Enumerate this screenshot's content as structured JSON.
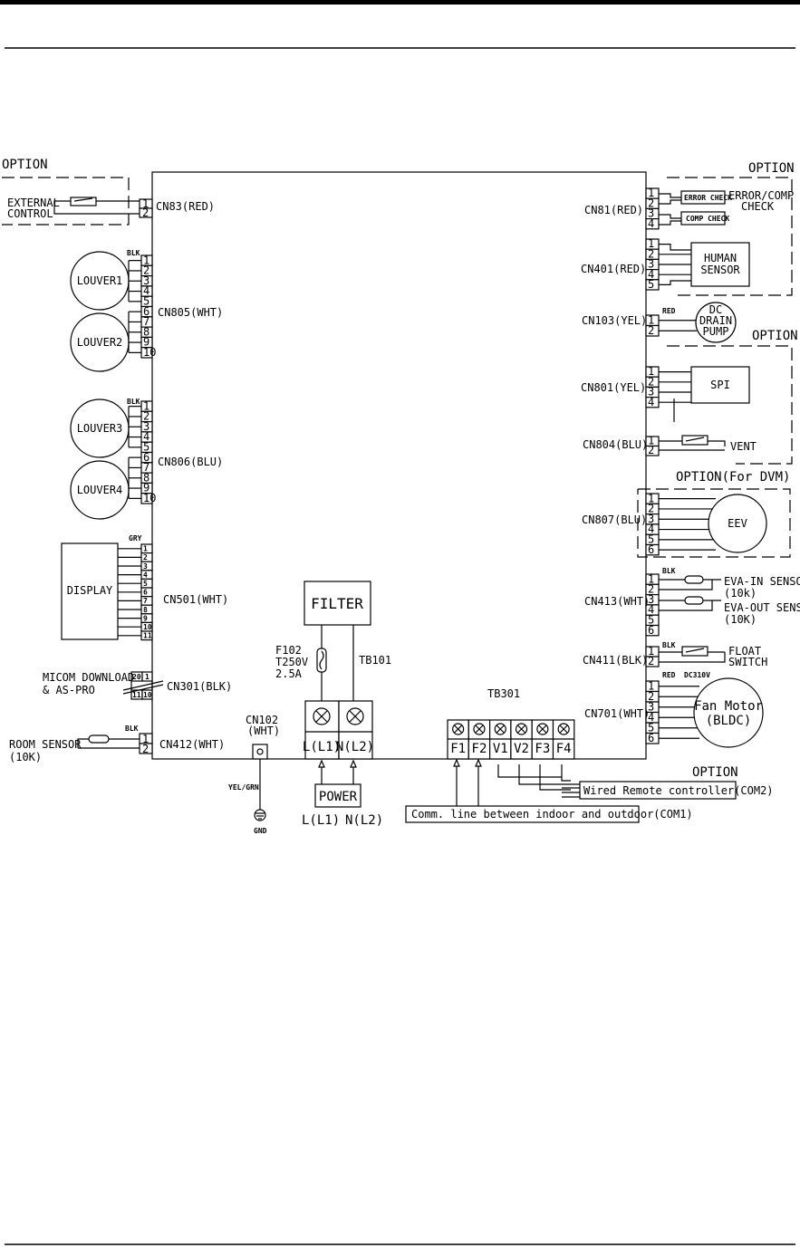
{
  "header": {
    "rule_color": "#000000"
  },
  "diagram": {
    "left_connectors": [
      {
        "id": "cn83",
        "label": "CN83(RED)",
        "pins": [
          "1",
          "2"
        ]
      },
      {
        "id": "cn805",
        "label": "CN805(WHT)",
        "wire_color": "BLK",
        "pins": [
          "1",
          "2",
          "3",
          "4",
          "5",
          "6",
          "7",
          "8",
          "9",
          "10"
        ]
      },
      {
        "id": "cn806",
        "label": "CN806(BLU)",
        "wire_color": "BLK",
        "pins": [
          "1",
          "2",
          "3",
          "4",
          "5",
          "6",
          "7",
          "8",
          "9",
          "10"
        ]
      },
      {
        "id": "cn501",
        "label": "CN501(WHT)",
        "wire_color": "GRY",
        "pins": [
          "1",
          "2",
          "3",
          "4",
          "5",
          "6",
          "7",
          "8",
          "9",
          "10",
          "11"
        ]
      },
      {
        "id": "cn301",
        "label": "CN301(BLK)",
        "pins": [
          "20",
          "1",
          "11",
          "10"
        ]
      },
      {
        "id": "cn412",
        "label": "CN412(WHT)",
        "wire_color": "BLK",
        "pins": [
          "1",
          "2"
        ]
      }
    ],
    "left_devices": {
      "option_left": "OPTION",
      "external_control": [
        "EXTERNAL",
        "CONTROL"
      ],
      "louver1": "LOUVER1",
      "louver2": "LOUVER2",
      "louver3": "LOUVER3",
      "louver4": "LOUVER4",
      "display": "DISPLAY",
      "micom": [
        "MICOM DOWNLOAD",
        "& AS-PRO"
      ],
      "room_sensor": [
        "ROOM SENSOR",
        "(10K)"
      ]
    },
    "right_connectors": [
      {
        "id": "cn81",
        "label": "CN81(RED)",
        "pins": [
          "1",
          "2",
          "3",
          "4"
        ]
      },
      {
        "id": "cn401",
        "label": "CN401(RED)",
        "pins": [
          "1",
          "2",
          "3",
          "4",
          "5"
        ]
      },
      {
        "id": "cn103",
        "label": "CN103(YEL)",
        "wire_color": "RED",
        "pins": [
          "1",
          "2"
        ]
      },
      {
        "id": "cn801",
        "label": "CN801(YEL)",
        "pins": [
          "1",
          "2",
          "3",
          "4"
        ]
      },
      {
        "id": "cn804",
        "label": "CN804(BLU)",
        "pins": [
          "1",
          "2"
        ]
      },
      {
        "id": "cn807",
        "label": "CN807(BLU)",
        "pins": [
          "1",
          "2",
          "3",
          "4",
          "5",
          "6"
        ]
      },
      {
        "id": "cn413",
        "label": "CN413(WHT)",
        "wire_color": "BLK",
        "pins": [
          "1",
          "2",
          "3",
          "4",
          "5",
          "6"
        ]
      },
      {
        "id": "cn411",
        "label": "CN411(BLK)",
        "wire_color": "BLK",
        "pins": [
          "1",
          "2"
        ]
      },
      {
        "id": "cn701",
        "label": "CN701(WHT)",
        "wire_color": "RED",
        "extra": "DC310V",
        "pins": [
          "1",
          "2",
          "3",
          "4",
          "5",
          "6"
        ]
      }
    ],
    "right_devices": {
      "option_top": "OPTION",
      "error_check": "ERROR CHECK",
      "comp_check": "COMP CHECK",
      "error_comp_check": [
        "ERROR/COMP",
        "CHECK"
      ],
      "human_sensor": [
        "HUMAN",
        "SENSOR"
      ],
      "dc_drain_pump": [
        "DC",
        "DRAIN",
        "PUMP"
      ],
      "option_spi": "OPTION",
      "spi": "SPI",
      "vent": "VENT",
      "option_dvm": "OPTION(For DVM)",
      "eev": "EEV",
      "eva_in_sensor": [
        "EVA-IN SENSOR",
        "(10k)"
      ],
      "eva_out_sensor": [
        "EVA-OUT SENSOR",
        "(10K)"
      ],
      "float_switch": [
        "FLOAT",
        "SWITCH"
      ],
      "fan_motor": [
        "Fan Motor",
        "(BLDC)"
      ]
    },
    "bottom": {
      "filter": "FILTER",
      "fuse": [
        "F102",
        "T250V",
        "2.5A"
      ],
      "tb101": "TB101",
      "tb101_terminals": [
        "L(L1)",
        "N(L2)"
      ],
      "power": "POWER",
      "power_labels": [
        "L(L1)",
        "N(L2)"
      ],
      "cn102": [
        "CN102",
        "(WHT)"
      ],
      "yel_grn": "YEL/GRN",
      "gnd": "GND",
      "tb301": "TB301",
      "tb301_terminals": [
        "F1",
        "F2",
        "V1",
        "V2",
        "F3",
        "F4"
      ],
      "option_remote": "OPTION",
      "wired_remote": "Wired Remote controller(COM2)",
      "comm_line": "Comm. line between indoor and outdoor(COM1)"
    }
  }
}
